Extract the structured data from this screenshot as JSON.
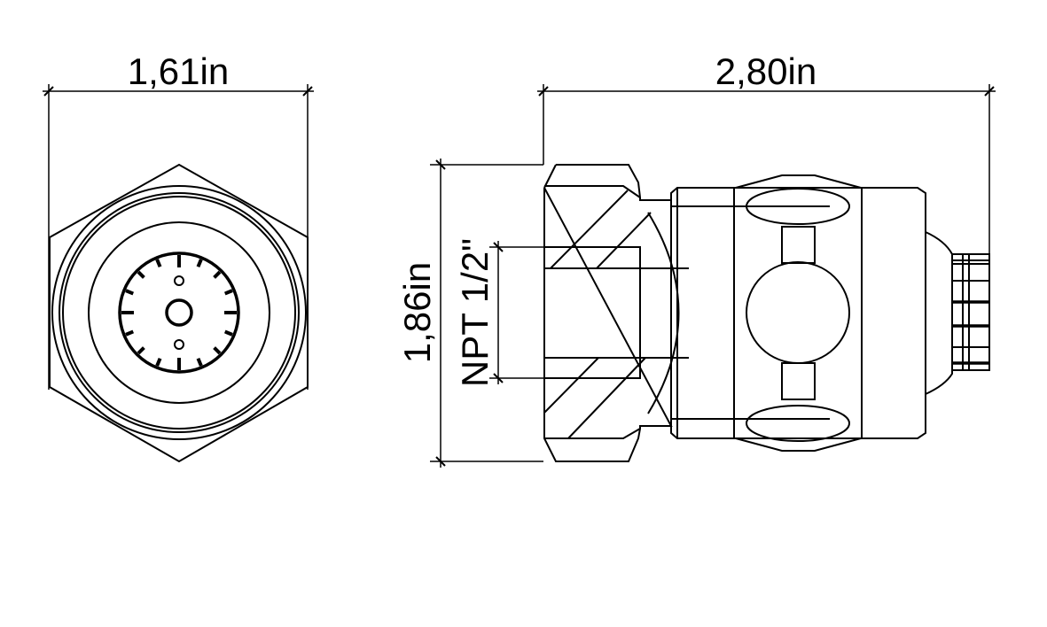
{
  "drawing": {
    "front_view": {
      "width_dimension": "1,61in"
    },
    "side_view": {
      "length_dimension": "2,80in",
      "height_dimension": "1,86in",
      "thread_dimension": "NPT 1/2\""
    }
  },
  "colors": {
    "line": "#000000",
    "background": "#ffffff"
  }
}
